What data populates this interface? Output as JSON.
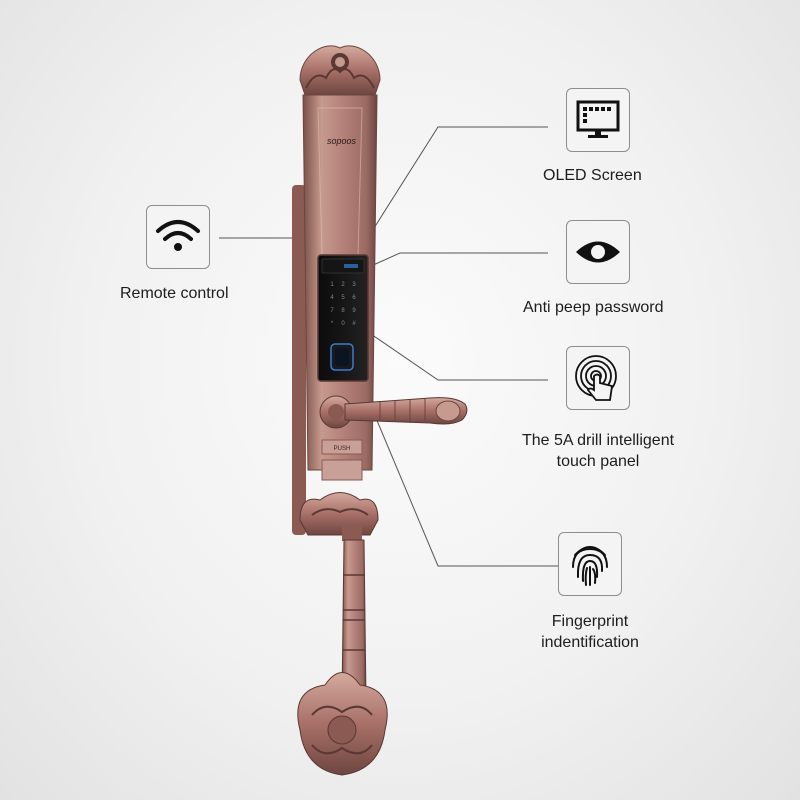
{
  "product": {
    "brand_logo": "sopoos",
    "panel_push_label": "PUSH",
    "colors": {
      "body": "#b9847a",
      "body_dark": "#6e4a44",
      "panel": "#111111",
      "fingerprint_accent": "#3a7bd5",
      "connector_line": "#555555",
      "icon_stroke": "#111111"
    }
  },
  "features": {
    "oled": {
      "label": "OLED Screen",
      "icon": "monitor-icon"
    },
    "anti_peep": {
      "label": "Anti peep password",
      "icon": "eye-icon"
    },
    "touch_panel": {
      "label_line1": "The 5A drill intelligent",
      "label_line2": "touch panel",
      "icon": "touch-icon"
    },
    "fingerprint": {
      "label_line1": "Fingerprint",
      "label_line2": "indentification",
      "icon": "fingerprint-icon"
    },
    "remote": {
      "label": "Remote control",
      "icon": "wifi-icon"
    }
  }
}
